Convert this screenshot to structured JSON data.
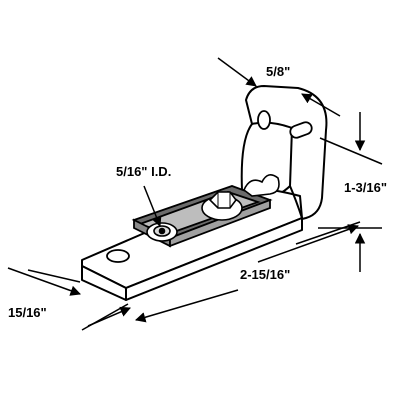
{
  "diagram": {
    "dimensions": {
      "hole_spacing": "5/8\"",
      "height": "1-3/16\"",
      "inner_diameter": "5/16\" I.D.",
      "length": "2-15/16\"",
      "width": "15/16\""
    }
  }
}
